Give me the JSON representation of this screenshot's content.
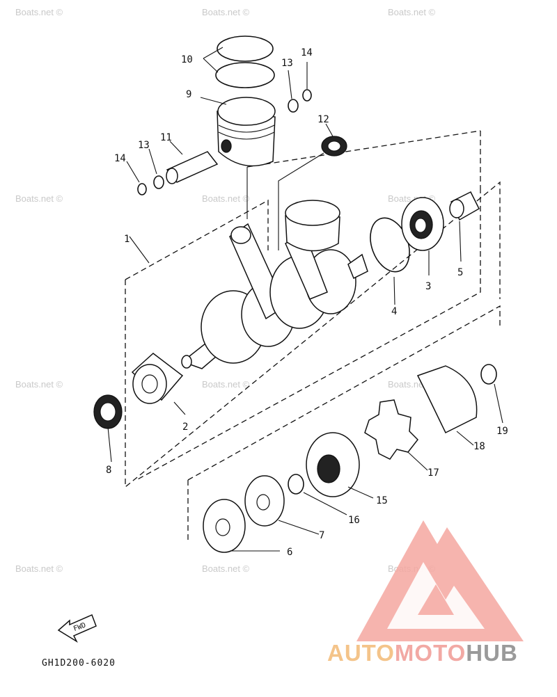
{
  "watermark_text": "Boats.net ©",
  "drawing_code": "GH1D200-6020",
  "fwd_label": "FWD",
  "brand": {
    "part1": "AUTO",
    "part2": "MOTO",
    "part3": "HUB",
    "logo_color": "#f4a7a0",
    "text_color_1": "#f4c48a",
    "text_color_2": "#f2a9a4",
    "text_color_3": "#9a9a9a"
  },
  "callouts": {
    "c1": "1",
    "c2": "2",
    "c3": "3",
    "c4": "4",
    "c5": "5",
    "c6": "6",
    "c7": "7",
    "c8": "8",
    "c9": "9",
    "c10": "10",
    "c11": "11",
    "c12": "12",
    "c13a": "13",
    "c13b": "13",
    "c14a": "14",
    "c14b": "14",
    "c15": "15",
    "c16": "16",
    "c17": "17",
    "c18": "18",
    "c19": "19"
  }
}
